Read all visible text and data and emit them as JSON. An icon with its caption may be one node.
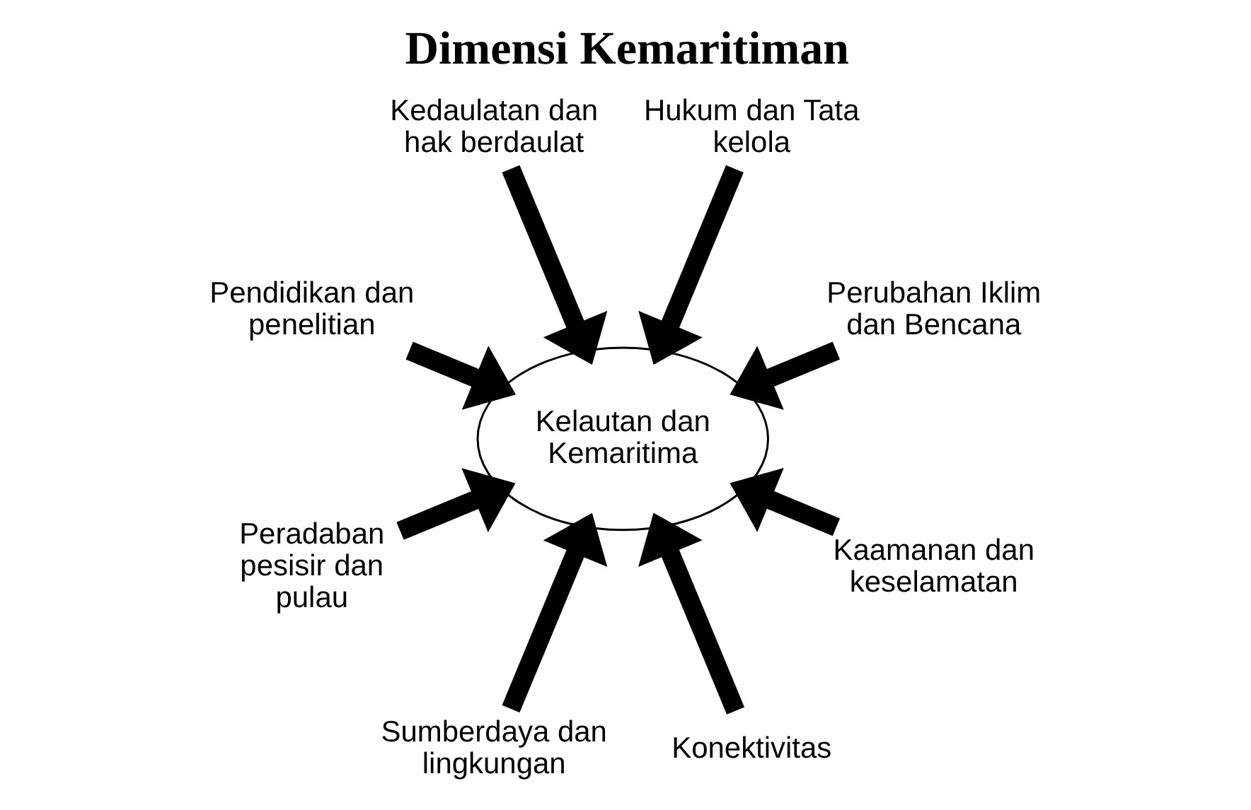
{
  "diagram": {
    "title": "Dimensi Kemaritiman",
    "nodes": [
      {
        "text": [
          "Hukum dan Tata kelola"
        ]
      },
      {
        "text": [
          "Kedaulatan dan hak berdaulat"
        ]
      },
      {
        "text": [
          "Perubahan Iklim dan Bencana"
        ]
      },
      {
        "text": [
          "Kelautan dan Kemaritima"
        ]
      },
      {
        "text": [
          "Pendidikan dan penelitian"
        ]
      },
      {
        "text": [
          "Kaamanan dan keselamatan"
        ]
      },
      {
        "text": [
          "Peradaban pesisir dan pulau"
        ]
      },
      {
        "text": [
          "Konektivitas"
        ]
      },
      {
        "text": [
          "Sumberdaya dan lingkungan"
        ]
      }
    ],
    "edges": [
      {
        "from": 0,
        "to": 3,
        "arrow": "to"
      },
      {
        "from": 1,
        "to": 3,
        "arrow": "to"
      },
      {
        "from": 2,
        "to": 3,
        "arrow": "to"
      },
      {
        "from": 4,
        "to": 3,
        "arrow": "to"
      },
      {
        "from": 5,
        "to": 3,
        "arrow": "to"
      },
      {
        "from": 6,
        "to": 3,
        "arrow": "to"
      },
      {
        "from": 7,
        "to": 3,
        "arrow": "to"
      },
      {
        "from": 8,
        "to": 3,
        "arrow": "to"
      }
    ]
  }
}
